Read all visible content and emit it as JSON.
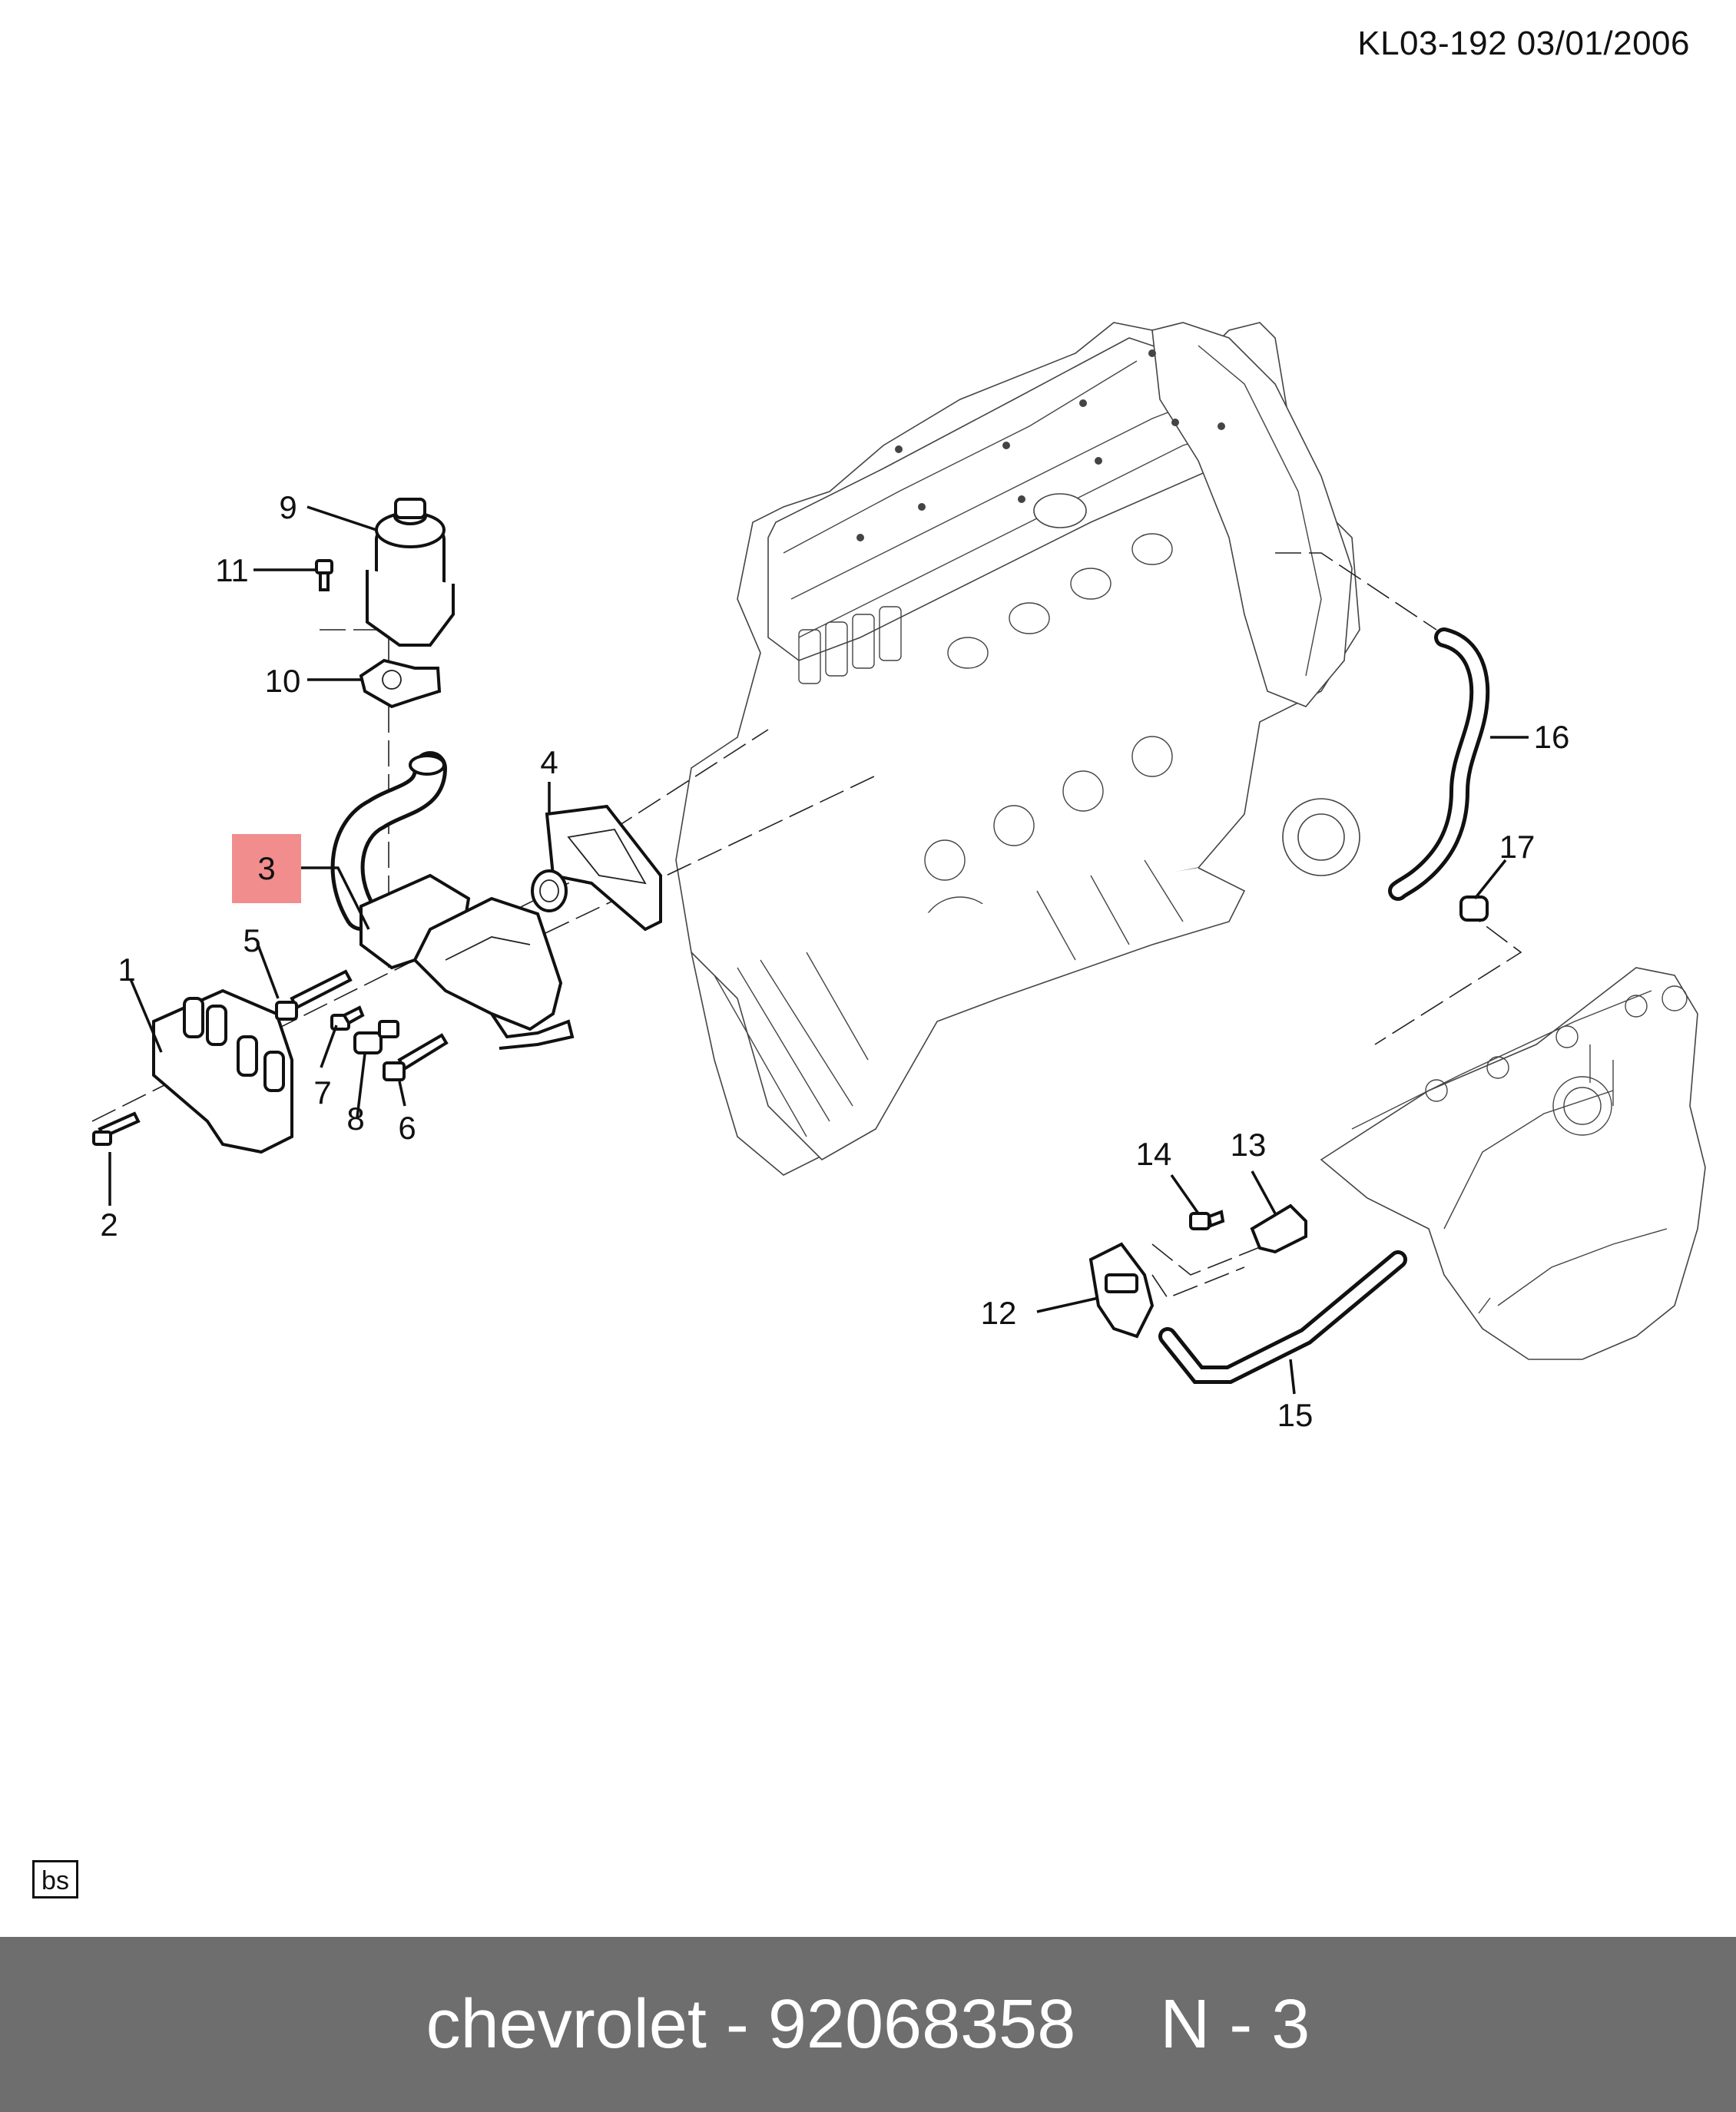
{
  "header": {
    "doc_ref": "KL03-192 03/01/2006"
  },
  "callouts": {
    "c1": "1",
    "c2": "2",
    "c3": "3",
    "c4": "4",
    "c5": "5",
    "c6": "6",
    "c7": "7",
    "c8": "8",
    "c9": "9",
    "c10": "10",
    "c11": "11",
    "c12": "12",
    "c13": "13",
    "c14": "14",
    "c15": "15",
    "c16": "16",
    "c17": "17"
  },
  "corner_box": "bs",
  "footer": {
    "brand": "chevrolet",
    "separator": "-",
    "part_number": "92068358",
    "position_label": "N - 3"
  },
  "highlight_color": "#f28d8d"
}
